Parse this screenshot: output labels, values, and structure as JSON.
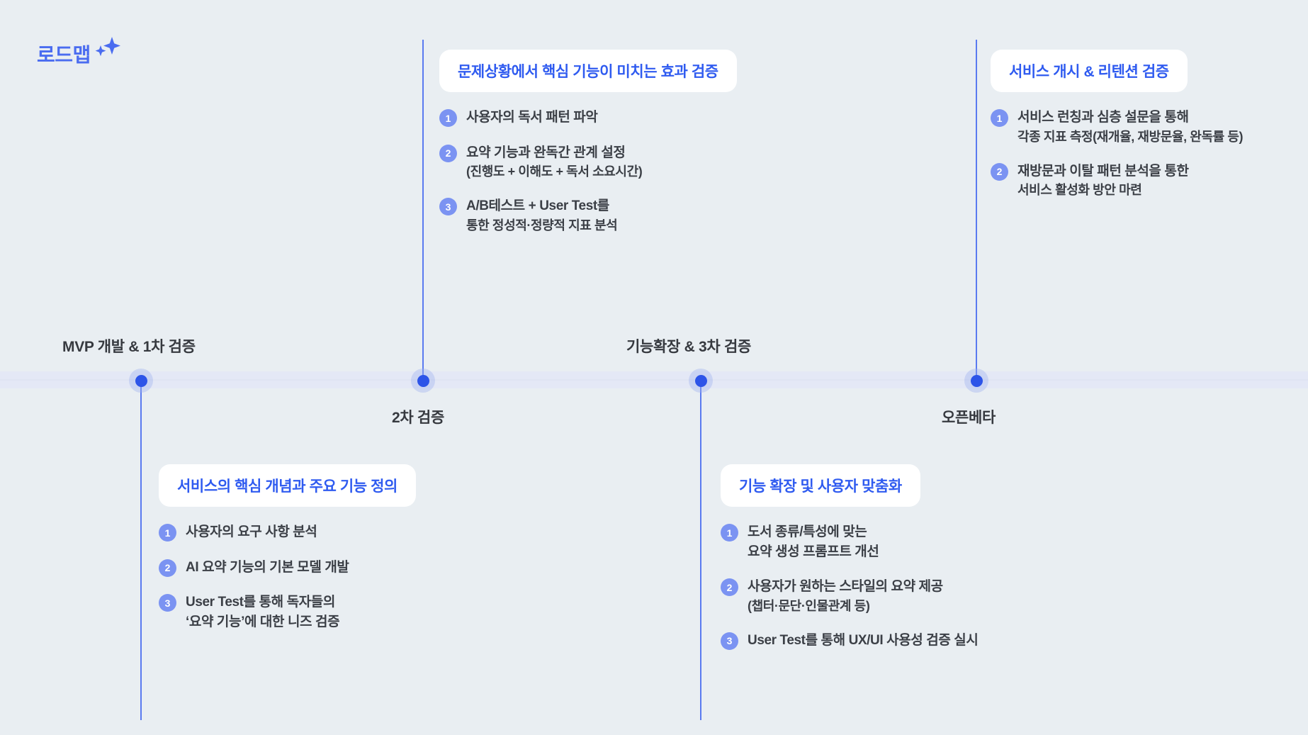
{
  "page": {
    "title": "로드맵",
    "background_color": "#e9eef2",
    "accent_color": "#2f5bf0",
    "badge_color": "#7b93f2",
    "node_color": "#2d54e8",
    "timeline_band_color": "#e4e8f6"
  },
  "icons": {
    "sparkle_large": "sparkle-icon",
    "sparkle_small": "sparkle-small-icon"
  },
  "milestones": [
    {
      "label": "MVP 개발 & 1차 검증",
      "position": "above"
    },
    {
      "label": "2차 검증",
      "position": "below"
    },
    {
      "label": "기능확장 & 3차 검증",
      "position": "above"
    },
    {
      "label": "오픈베타",
      "position": "below"
    }
  ],
  "cards": [
    {
      "id": "card-mvp",
      "title": "서비스의 핵심 개념과 주요 기능 정의",
      "items": [
        {
          "num": "1",
          "line1": "사용자의 요구 사항 분석",
          "line2": ""
        },
        {
          "num": "2",
          "line1": "AI 요약 기능의 기본 모델 개발",
          "line2": ""
        },
        {
          "num": "3",
          "line1": "User Test를 통해 독자들의",
          "line2": "‘요약 기능’에 대한 니즈 검증"
        }
      ]
    },
    {
      "id": "card-second-validation",
      "title": "문제상황에서 핵심 기능이 미치는 효과 검증",
      "items": [
        {
          "num": "1",
          "line1": "사용자의 독서 패턴 파악",
          "line2": ""
        },
        {
          "num": "2",
          "line1": "요약 기능과 완독간 관계 설정",
          "line2": "(진행도 + 이해도 + 독서 소요시간)"
        },
        {
          "num": "3",
          "line1": "A/B테스트 +  User Test를",
          "line2": "통한 정성적·정량적 지표 분석"
        }
      ]
    },
    {
      "id": "card-expansion",
      "title": "기능 확장 및 사용자 맞춤화",
      "items": [
        {
          "num": "1",
          "line1": "도서 종류/특성에 맞는",
          "line2": "요약 생성 프롬프트 개선"
        },
        {
          "num": "2",
          "line1": "사용자가 원하는 스타일의 요약 제공",
          "line2": "(챕터·문단·인물관계 등)"
        },
        {
          "num": "3",
          "line1": "User Test를 통해 UX/UI 사용성 검증 실시",
          "line2": ""
        }
      ]
    },
    {
      "id": "card-openbeta",
      "title": "서비스 개시 & 리텐션 검증",
      "items": [
        {
          "num": "1",
          "line1": "서비스 런칭과 심층 설문을 통해",
          "line2": "각종 지표 측정(재개율, 재방문율, 완독률 등)"
        },
        {
          "num": "2",
          "line1": "재방문과 이탈 패턴 분석을 통한",
          "line2": "서비스 활성화 방안 마련"
        }
      ]
    }
  ]
}
